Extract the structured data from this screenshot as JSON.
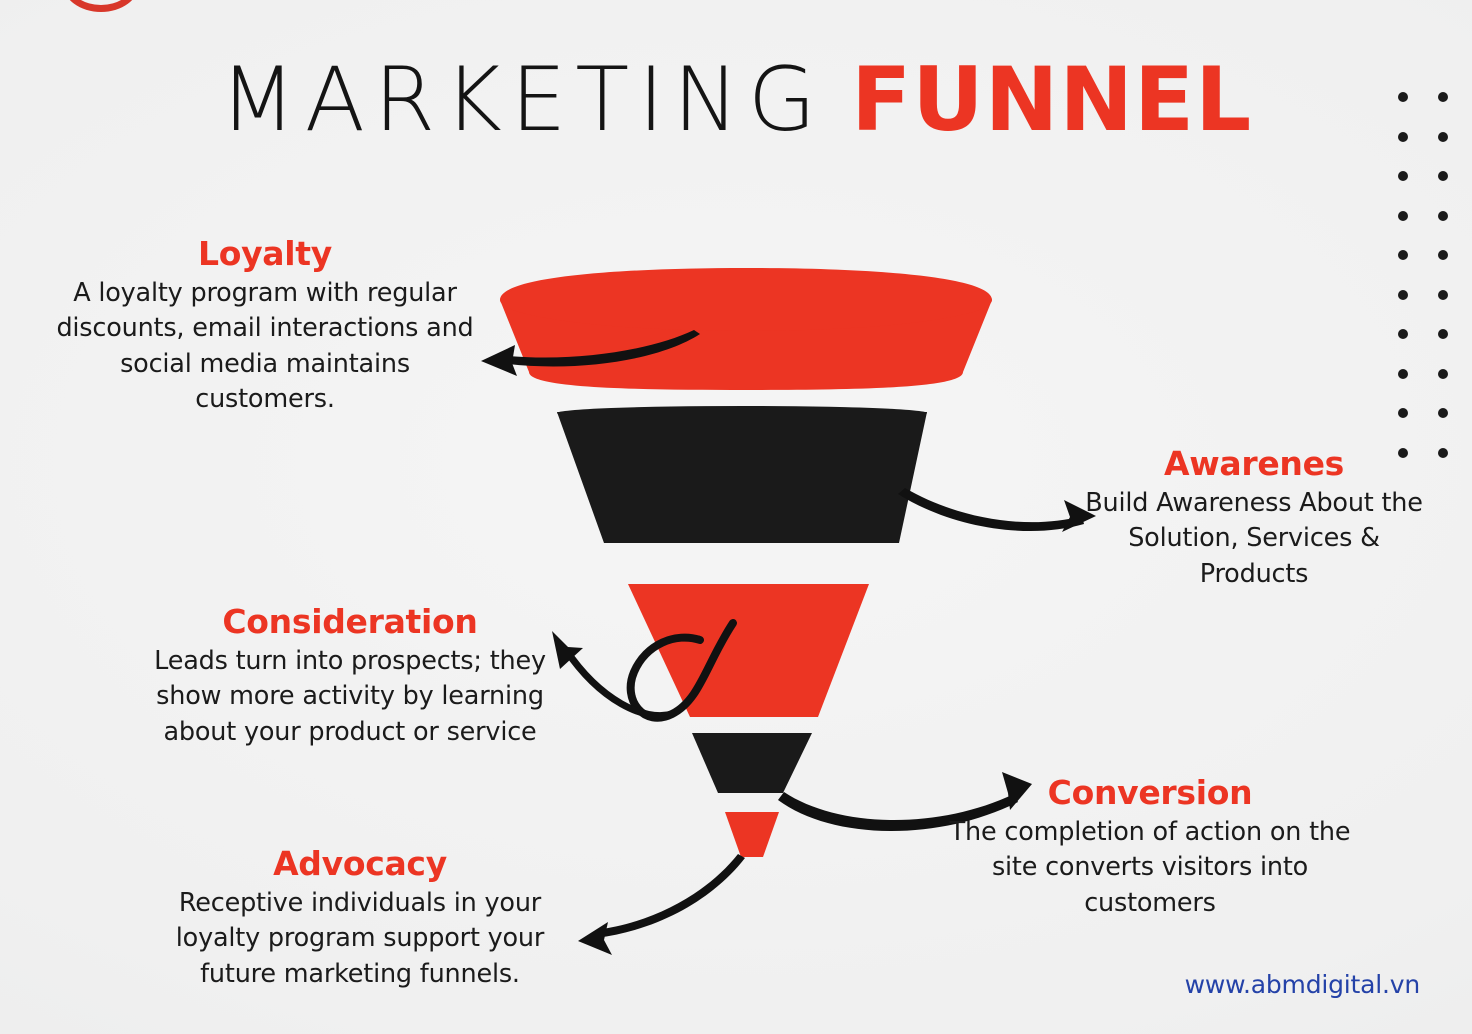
{
  "title": {
    "part1": "MARKETING",
    "part2": "FUNNEL"
  },
  "colors": {
    "red": "#ec3523",
    "black": "#1a1a1a",
    "background": "#f1f1f1",
    "link_blue": "#2442a8"
  },
  "stages": {
    "loyalty": {
      "heading": "Loyalty",
      "body": "A loyalty program with regular discounts, email interactions and social media maintains customers."
    },
    "awareness": {
      "heading": "Awarenes",
      "body": "Build Awareness About the Solution, Services & Products"
    },
    "consideration": {
      "heading": "Consideration",
      "body": "Leads turn into prospects; they show more activity by learning about your product or service"
    },
    "conversion": {
      "heading": "Conversion",
      "body": "The completion of action on the site converts visitors into customers"
    },
    "advocacy": {
      "heading": "Advocacy",
      "body": "Receptive individuals in your loyalty program support your future marketing funnels."
    }
  },
  "funnel": {
    "segments": [
      {
        "name": "segment-1-loyalty",
        "color": "#ec3523"
      },
      {
        "name": "segment-2-awareness",
        "color": "#1a1a1a"
      },
      {
        "name": "segment-3-consideration",
        "color": "#ec3523"
      },
      {
        "name": "segment-4-conversion",
        "color": "#1a1a1a"
      },
      {
        "name": "segment-5-advocacy",
        "color": "#ec3523"
      }
    ]
  },
  "footer": {
    "website": "www.abmdigital.vn"
  },
  "decor": {
    "dot_rows": 10,
    "dot_columns": 2
  }
}
